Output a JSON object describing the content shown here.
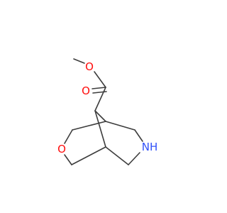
{
  "molecule": {
    "atoms": [
      {
        "id": "O_ester",
        "label": "O",
        "color": "#ff0d0d"
      },
      {
        "id": "O_carbonyl",
        "label": "O",
        "color": "#ff0d0d"
      },
      {
        "id": "O_ring",
        "label": "O",
        "color": "#ff0d0d"
      },
      {
        "id": "N_ring",
        "label": "NH",
        "color": "#3050f8"
      }
    ],
    "bond_color": "#3d3d3d"
  }
}
